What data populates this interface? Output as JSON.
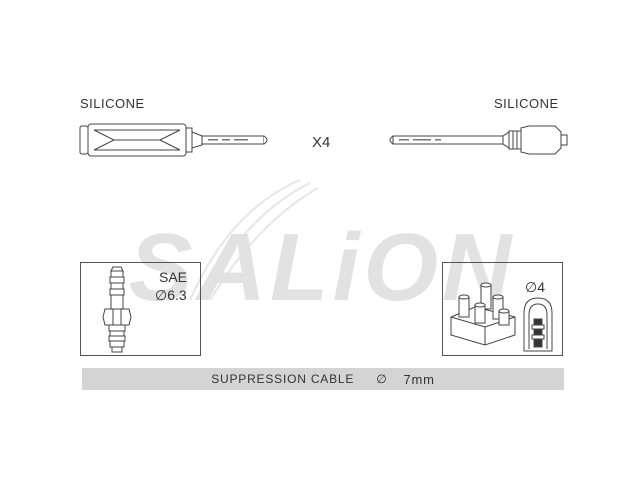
{
  "watermark": {
    "text": "SALiON",
    "color": "#e2e2e2"
  },
  "left_end": {
    "material": "SILICONE"
  },
  "right_end": {
    "material": "SILICONE"
  },
  "quantity": "X4",
  "spark_plug": {
    "standard": "SAE",
    "diameter": "∅6.3"
  },
  "distributor": {
    "diameter": "∅4"
  },
  "suppression": {
    "label": "SUPPRESSION CABLE",
    "symbol": "∅",
    "value": "7mm"
  },
  "colors": {
    "line": "#444444",
    "bar": "#d4d4d4",
    "text": "#333333"
  }
}
